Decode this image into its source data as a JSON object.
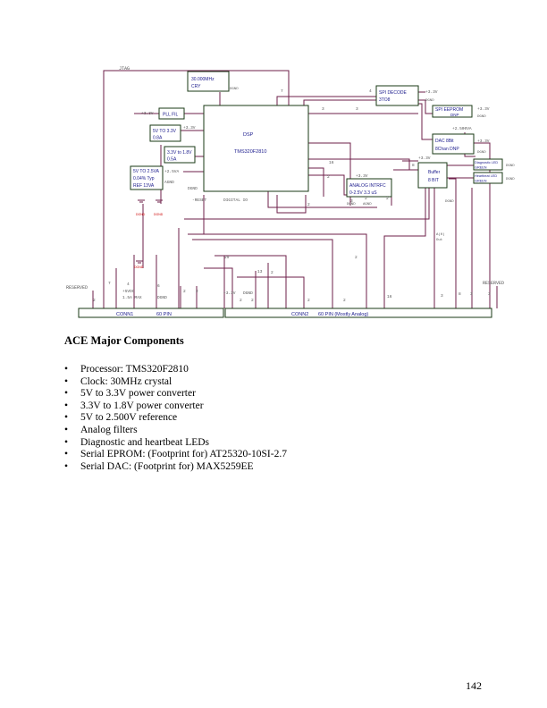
{
  "schematic": {
    "blocks": {
      "crystal": {
        "line1": "30.000MHz",
        "line2": "CRY"
      },
      "pll": "PLL FIL",
      "dsp": {
        "line1": "DSP",
        "line2": "TMS320F2810"
      },
      "v33": {
        "line1": "5V TO 3.3V",
        "line2": "0.8A"
      },
      "v18": {
        "line1": "3.3V to 1.8V",
        "line2": "0.5A"
      },
      "vref": {
        "line1": "5V TO 2.5VA",
        "line2": "0.04% Typ",
        "line3": "REF 13VA"
      },
      "spi_decode": {
        "line1": "SPI DECODE",
        "line2": "3TO8"
      },
      "eeprom": {
        "line1": "SPI  EEPROM",
        "line2": "DNP"
      },
      "dac": {
        "line1": "DAC    8Bit",
        "line2": "8Chan      DNP"
      },
      "buffer": {
        "line1": "Buffer",
        "line2": "8 BIT"
      },
      "analog": {
        "line1": "ANALOG INTRFC",
        "line2": "0-2.5V  3.3 uS"
      },
      "diag_led": {
        "line1": "Diagnostic LED",
        "line2": "GREEN"
      },
      "hb_led": {
        "line1": "Heartbeat LED",
        "line2": "GREEN"
      }
    },
    "nets": {
      "jtag": "JTAG",
      "v33": "+3.3V",
      "v25": "+2.5VA",
      "v25b": "+2.500VA",
      "dgnd": "DGND",
      "agnd": "AGND",
      "reset": "-RESET",
      "digital_io": "DIGITAL IO",
      "v5": "+5VDC",
      "amp": "1.5A MAX",
      "aout": "A(0)",
      "outs": "Out"
    },
    "bus_counts": {
      "n7a": "7",
      "n4a": "4",
      "n3a": "3",
      "n3b": "3",
      "n16": "16",
      "n2a": "2",
      "n8a": "8",
      "n2b": "2",
      "n29": "29",
      "n2c": "2",
      "n13": "13",
      "n2d": "2",
      "n7b": "7",
      "n4b": "4",
      "n6": "6",
      "n2e": "2",
      "n2f": "2",
      "n3c": "3",
      "n16b": "16",
      "n3d": "3",
      "n8b": "8",
      "n3e": "3",
      "n2g": "2",
      "n2h": "2",
      "n2i": "2",
      "n2j": "2",
      "n2k": "2",
      "n2l": "2",
      "n2m": "2",
      "n3f": "3"
    },
    "reserved_left": "RESERVED",
    "reserved_right": "RESERVED",
    "conn1": {
      "name": "CONN1",
      "pins": "60 PIN"
    },
    "conn2": {
      "name": "CONN2",
      "pins": "60 PIN  (Mostly Analog)"
    }
  },
  "components": {
    "heading": "ACE Major Components",
    "items": [
      "Processor:  TMS320F2810",
      "Clock:  30MHz crystal",
      "5V to 3.3V power converter",
      "3.3V to 1.8V power converter",
      "5V to 2.500V reference",
      "Analog filters",
      "Diagnostic and heartbeat LEDs",
      "Serial EPROM:  (Footprint for)  AT25320-10SI-2.7",
      "Serial DAC:  (Footprint for)  MAX5259EE"
    ]
  },
  "page_number": "142"
}
